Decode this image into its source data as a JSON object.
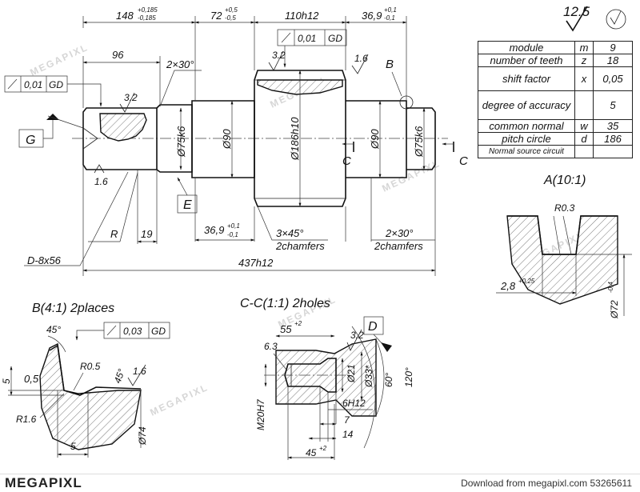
{
  "roughness": {
    "main": "12.5"
  },
  "table": [
    {
      "name": "module",
      "symbol": "m",
      "value": "9"
    },
    {
      "name": "number of teeth",
      "symbol": "z",
      "value": "18"
    },
    {
      "name": "shift factor",
      "symbol": "x",
      "value": "0,05"
    },
    {
      "name": "degree of accuracy",
      "symbol": "",
      "value": "5"
    },
    {
      "name": "common normal",
      "symbol": "w",
      "value": "35"
    },
    {
      "name": "pitch circle",
      "symbol": "d",
      "value": "186"
    },
    {
      "name": "Normal source circuit",
      "symbol": "",
      "value": ""
    }
  ],
  "main_view": {
    "dims": {
      "d148": "148",
      "d148_tol_up": "+0,185",
      "d148_tol_low": "-0,185",
      "d72": "72",
      "d72_tol_up": "+0,5",
      "d72_tol_low": "-0,5",
      "d110": "110h12",
      "d36_top": "36,9",
      "d36_top_up": "+0,1",
      "d36_top_low": "-0,1",
      "d96": "96",
      "chamfer_left": "2×30°",
      "rough_32_a": "3.2",
      "rough_32_b": "3.2",
      "rough_16_a": "1.6",
      "rough_16_b": "1.6",
      "dia75_left": "Ø75k6",
      "dia90_left": "Ø90",
      "dia186": "Ø186h10",
      "dia90_right": "Ø90",
      "dia75_right": "Ø75k6",
      "d36_bot": "36,9",
      "d36_bot_up": "+0,1",
      "d36_bot_low": "-0,1",
      "chamfer_mid": "3×45°",
      "chamfer_mid2": "2chamfers",
      "chamfer_right": "2×30°",
      "chamfer_right2": "2chamfers",
      "R": "R",
      "d19": "19",
      "spline": "D-8x56",
      "length": "437h12"
    },
    "tol_left": {
      "value": "0,01",
      "datum": "GD"
    },
    "tol_top": {
      "value": "0,01",
      "datum": "GD"
    },
    "labels": {
      "G": "G",
      "E": "E",
      "B": "B",
      "C1": "C",
      "C2": "C"
    }
  },
  "detail_A": {
    "title": "A(10:1)",
    "r": "R0.3",
    "w": "2,8",
    "w_tol": "+0,25",
    "dia": "Ø72",
    "dia_tol": "-0,4"
  },
  "detail_B": {
    "title": "B(4:1) 2places",
    "tol": {
      "value": "0,03",
      "datum": "GD"
    },
    "a45a": "45°",
    "a45b": "45°",
    "r05": "R0.5",
    "r16": "1.6",
    "d5a": "5",
    "d05": "0,5",
    "r16b": "R1.6",
    "d74": "Ø74",
    "d5b": "5"
  },
  "section_C": {
    "title": "C-C(1:1) 2holes",
    "d55": "55",
    "d55_tol": "+2",
    "d63": "6.3",
    "label_D": "D",
    "r32": "3.2",
    "thread": "M20H7",
    "dia21": "Ø21",
    "dia33": "Ø33*",
    "a60": "60°",
    "a120": "120°",
    "h6": "6H12",
    "d7": "7",
    "d14": "14",
    "d45": "45",
    "d45_tol": "+2"
  },
  "watermark": "MEGAPIXL",
  "footer": {
    "logo": "MEGAPIXL",
    "download": "Download from megapixl.com  53265611"
  }
}
